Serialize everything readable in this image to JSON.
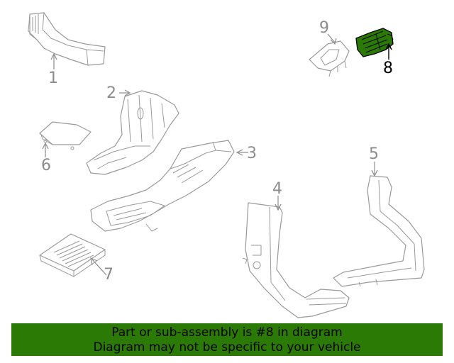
{
  "diagram": {
    "highlight_color": "#2b7a06",
    "callouts": {
      "c1": "1",
      "c2": "2",
      "c3": "3",
      "c4": "4",
      "c5": "5",
      "c6": "6",
      "c7": "7",
      "c8": "8",
      "c9": "9"
    }
  },
  "banner": {
    "line1": "Part or sub-assembly is #8 in diagram",
    "line2": "Diagram may not be specific to your vehicle",
    "background": "#2b7a06"
  }
}
